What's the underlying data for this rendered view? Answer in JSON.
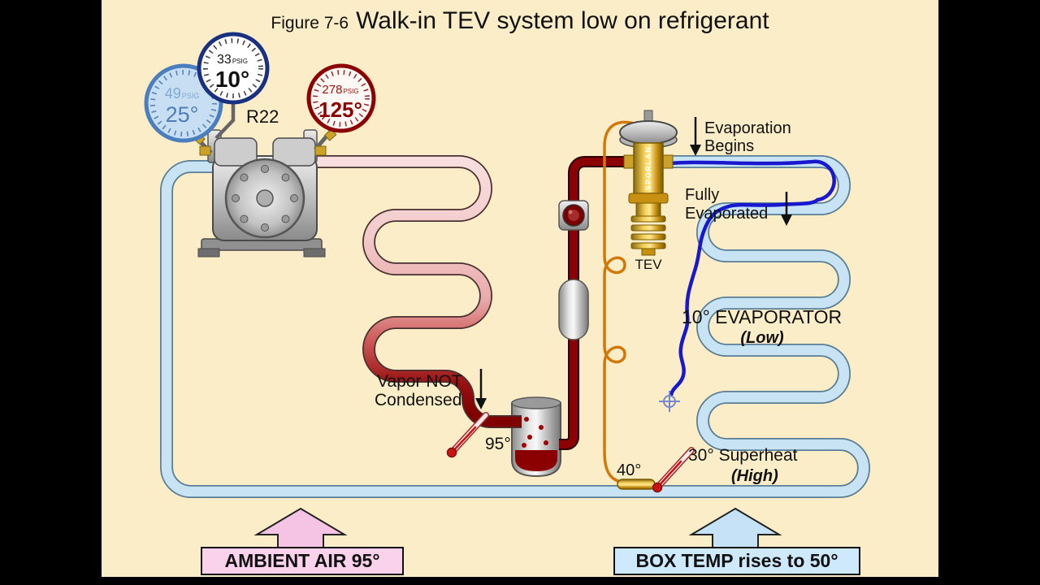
{
  "title": {
    "prefix": "Figure 7-6",
    "main": "Walk-in TEV system low on refrigerant"
  },
  "gauges": {
    "compound_outer": {
      "pressure": "49",
      "unit": "PSIG",
      "temperature": "25°"
    },
    "compound_inner": {
      "pressure": "33",
      "unit": "PSIG",
      "temperature": "10°"
    },
    "high_side": {
      "pressure": "278",
      "unit": "PSIG",
      "temperature": "125°"
    }
  },
  "labels": {
    "refrigerant_type": "R22",
    "evaporation_begins_line1": "Evaporation",
    "evaporation_begins_line2": "Begins",
    "fully_evaporated_line1": "Fully",
    "fully_evaporated_line2": "Evaporated",
    "tev": "TEV",
    "tev_brand": "SPORLAN",
    "evaporator_temp": "10° EVAPORATOR",
    "evaporator_note": "(Low)",
    "vapor_line1": "Vapor NOT",
    "vapor_line2": "Condensed",
    "condenser_outlet_temp": "95°",
    "suction_line_temp": "40°",
    "superheat": "30° Superheat",
    "superheat_note": "(High)",
    "ambient_air": "AMBIENT AIR 95°",
    "box_temp": "BOX TEMP rises to 50°"
  },
  "colors": {
    "background": "#FBEDC7",
    "suction_pipe": "#C8E3F4",
    "condensed_liquid": "#8B0000",
    "refrigerant_blue": "#1818CF",
    "capillary_orange": "#D2780A",
    "brass_gold": "#C9A227",
    "ambient_arrow": "#F5C3E3",
    "ambient_box": "#FAD2EC",
    "box_arrow": "#C6E2F6",
    "box_box": "#CDE9FB"
  }
}
